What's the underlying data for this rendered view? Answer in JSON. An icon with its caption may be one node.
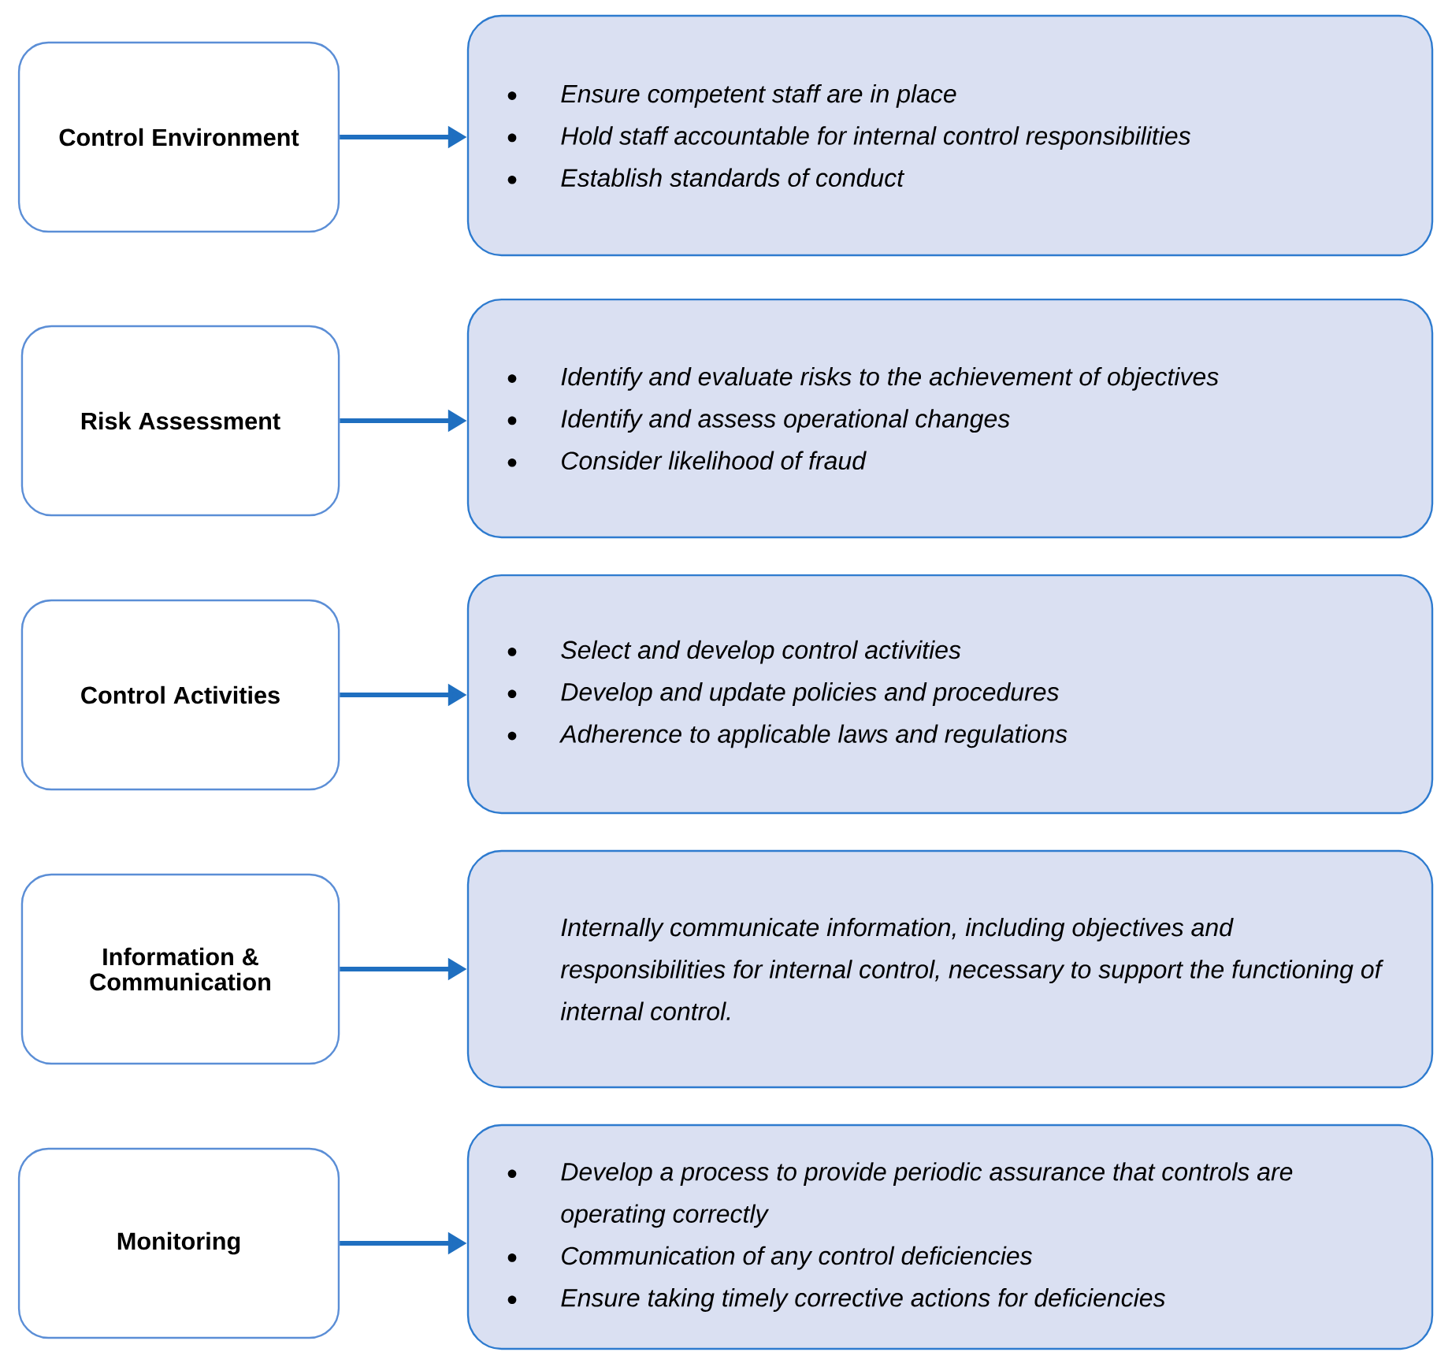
{
  "diagram": {
    "nodes": [
      {
        "text": [
          "Control Environment"
        ]
      },
      {
        "text": [
          "Ensure competent staff are in place",
          "Hold staff accountable for internal control responsibilities",
          "Establish standards of conduct"
        ]
      },
      {
        "text": [
          "Risk Assessment"
        ]
      },
      {
        "text": [
          "Identify and evaluate risks to the achievement of objectives",
          "Identify and assess operational changes",
          "Consider likelihood of fraud"
        ]
      },
      {
        "text": [
          "Control Activities"
        ]
      },
      {
        "text": [
          "Select and develop control activities",
          "Develop and update policies and procedures",
          "Adherence to applicable laws and regulations"
        ]
      },
      {
        "text": [
          "Information & Communication"
        ]
      },
      {
        "text": [
          "Internally communicate information, including objectives and responsibilities for internal control, necessary to support the functioning of internal control."
        ]
      },
      {
        "text": [
          "Monitoring"
        ]
      },
      {
        "text": [
          "Develop a process to provide periodic assurance that controls are operating correctly",
          "Communication of any control deficiencies",
          "Ensure taking timely corrective actions for deficiencies"
        ]
      }
    ],
    "edges": [
      {
        "from": 0,
        "to": 1,
        "arrow": "to"
      },
      {
        "from": 2,
        "to": 3,
        "arrow": "to"
      },
      {
        "from": 4,
        "to": 5,
        "arrow": "to"
      },
      {
        "from": 6,
        "to": 7,
        "arrow": "to"
      },
      {
        "from": 8,
        "to": 9,
        "arrow": "to"
      }
    ]
  }
}
